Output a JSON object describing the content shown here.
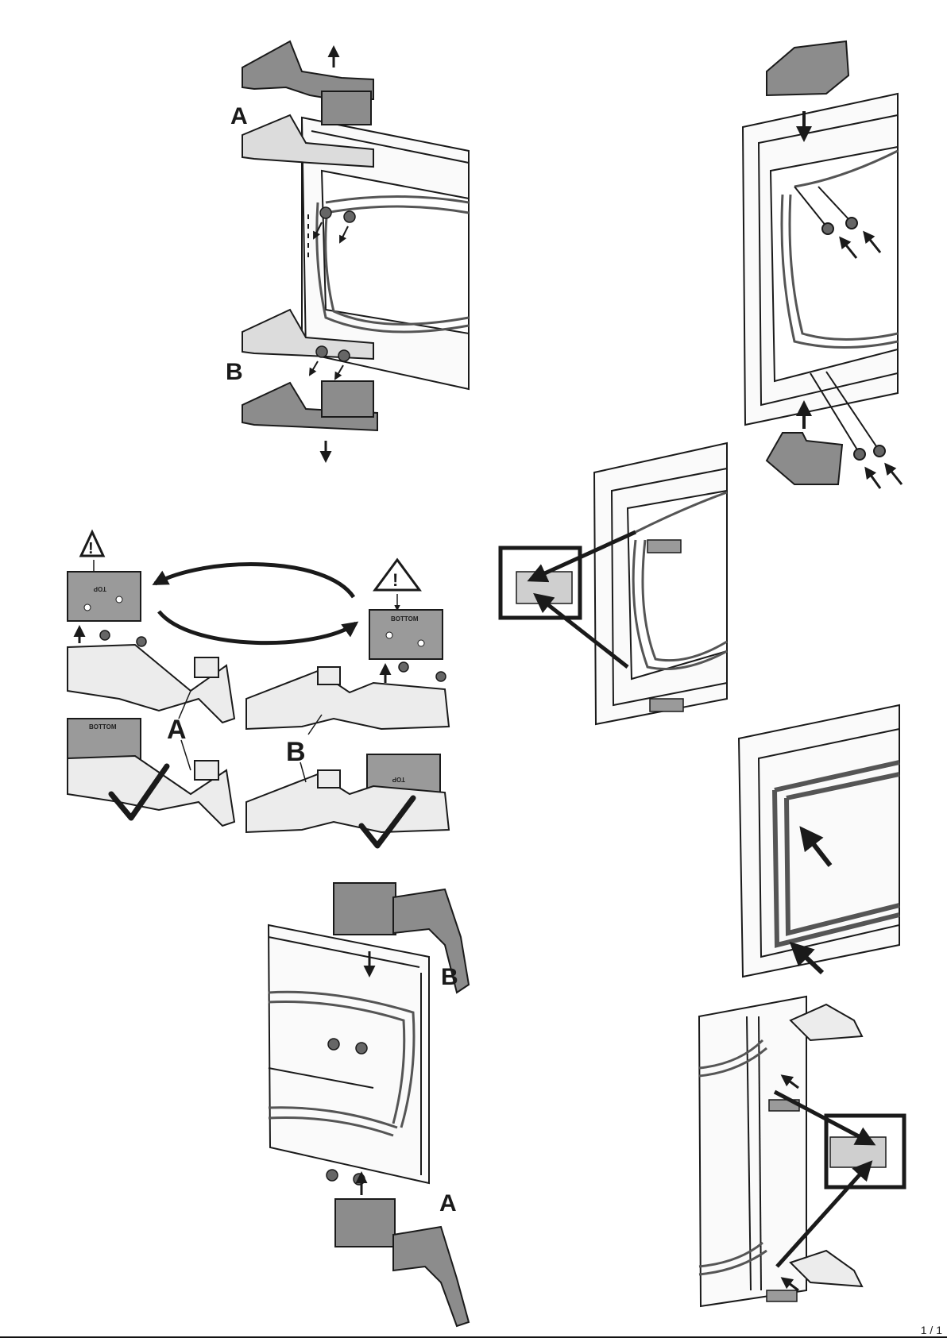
{
  "labels": {
    "hinge_a": "A",
    "hinge_b": "B",
    "plate_top": "TOP",
    "plate_bottom": "BOTTOM",
    "warning": "!"
  },
  "footer": {
    "page_marker": "1 / 1"
  },
  "colors": {
    "line": "#1a1a1a",
    "part_dark": "#8c8c8c",
    "part_light": "#e8e8e8",
    "seal": "#d9d9d9",
    "background": "#ffffff"
  },
  "icons": [
    "arrow-up-icon",
    "arrow-down-icon",
    "warning-triangle-icon",
    "check-mark-icon",
    "screw-icon",
    "cycle-arrows-icon"
  ]
}
